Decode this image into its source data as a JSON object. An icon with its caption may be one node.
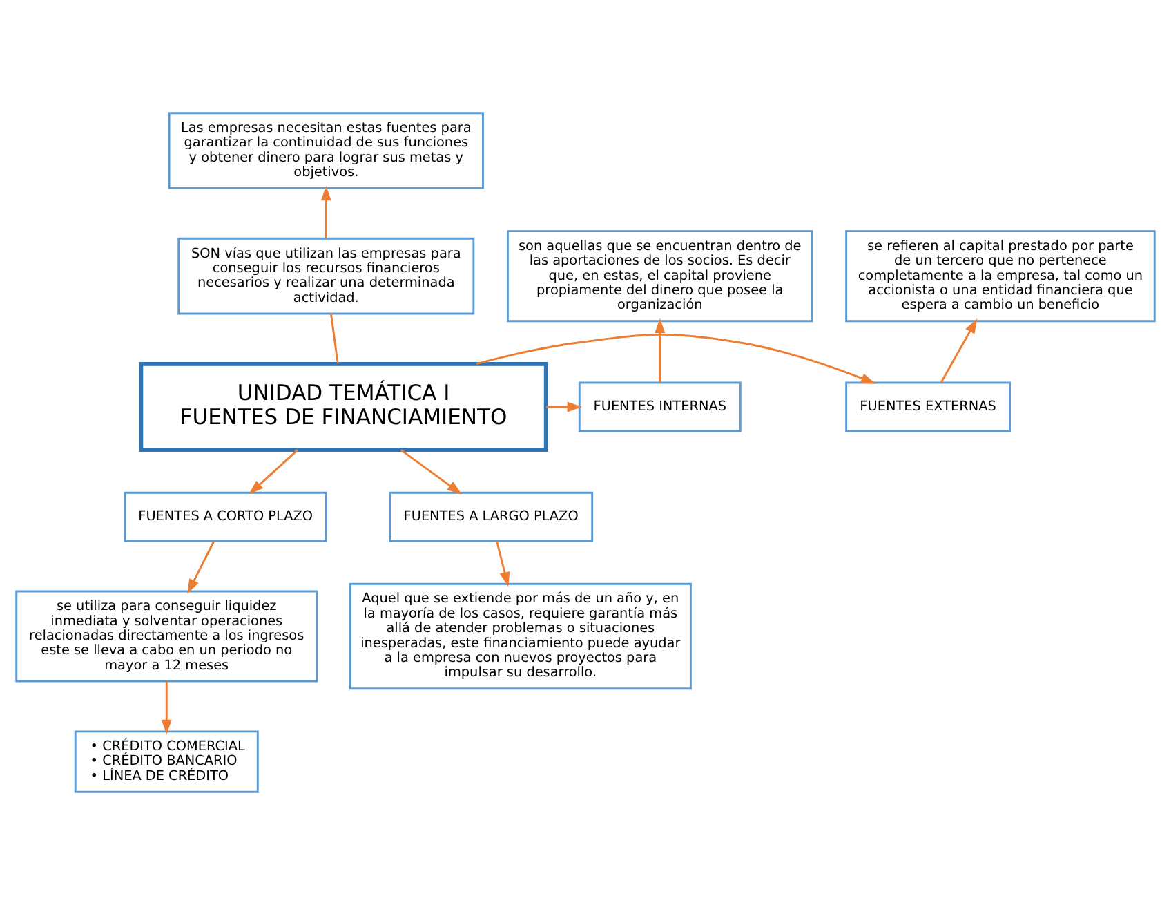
{
  "diagram": {
    "nodes": [
      {
        "text": [
          "UNIDAD TEMÁTICA I",
          "FUENTES DE FINANCIAMIENTO"
        ]
      },
      {
        "text": [
          "SON vías que utilizan las empresas para conseguir los recursos financieros necesarios y realizar una determinada actividad."
        ]
      },
      {
        "text": [
          "Las empresas necesitan estas fuentes para garantizar la continuidad de sus funciones y obtener dinero para lograr sus metas y objetivos."
        ]
      },
      {
        "text": [
          "FUENTES INTERNAS"
        ]
      },
      {
        "text": [
          "son aquellas que se encuentran dentro de las aportaciones de los socios. Es decir que, en estas, el capital proviene propiamente del dinero que posee la organización"
        ]
      },
      {
        "text": [
          "FUENTES EXTERNAS"
        ]
      },
      {
        "text": [
          "se refieren al capital prestado por parte de un tercero que no pertenece completamente a la empresa, tal como un accionista o una entidad financiera que espera a cambio un beneficio"
        ]
      },
      {
        "text": [
          "FUENTES A CORTO PLAZO"
        ]
      },
      {
        "text": [
          "se utiliza para conseguir liquidez inmediata y solventar operaciones relacionadas directamente a los ingresos este se lleva a cabo en un periodo no mayor a 12 meses"
        ]
      },
      {
        "text": [
          "• CRÉDITO COMERCIAL",
          "• CRÉDITO BANCARIO",
          "• LÍNEA DE CRÉDITO"
        ]
      },
      {
        "text": [
          "FUENTES A LARGO PLAZO"
        ]
      },
      {
        "text": [
          "Aquel que se extiende por más de un año y, en la mayoría de los casos, requiere garantía más allá de atender problemas o situaciones inesperadas, este financiamiento puede ayudar a la empresa con nuevos proyectos para impulsar su desarrollo."
        ]
      }
    ],
    "edges": [
      {
        "from": 0,
        "to": 1,
        "arrow": "none"
      },
      {
        "from": 1,
        "to": 2,
        "arrow": "to"
      },
      {
        "from": 0,
        "to": 3,
        "arrow": "to"
      },
      {
        "from": 3,
        "to": 4,
        "arrow": "to"
      },
      {
        "from": 0,
        "to": 5,
        "arrow": "to"
      },
      {
        "from": 5,
        "to": 6,
        "arrow": "to"
      },
      {
        "from": 0,
        "to": 7,
        "arrow": "to"
      },
      {
        "from": 7,
        "to": 8,
        "arrow": "to"
      },
      {
        "from": 8,
        "to": 9,
        "arrow": "to"
      },
      {
        "from": 0,
        "to": 10,
        "arrow": "to"
      },
      {
        "from": 10,
        "to": 11,
        "arrow": "to"
      }
    ]
  }
}
